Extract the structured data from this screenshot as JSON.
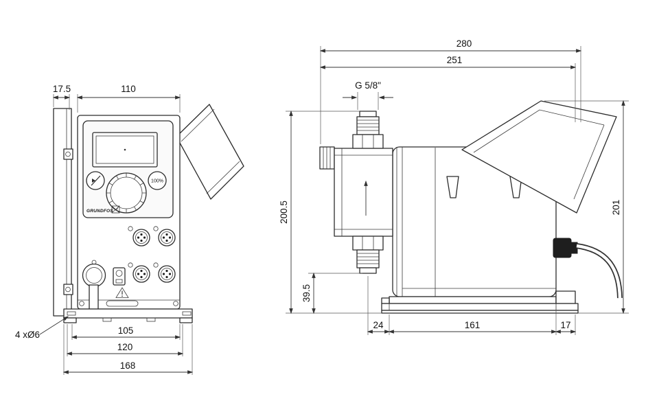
{
  "front": {
    "dim_offset": "17.5",
    "dim_width": "110",
    "dim_holes": "4 xØ6",
    "dim_base_inner": "105",
    "dim_base_mid": "120",
    "dim_base_outer": "168",
    "button_100": "100%",
    "brand": "GRUNDFOS"
  },
  "side": {
    "dim_overall": "280",
    "dim_body": "251",
    "dim_thread": "G 5/8\"",
    "dim_height_total": "200.5",
    "dim_height_foot": "39.5",
    "dim_height_right": "201",
    "dim_bottom_left": "24",
    "dim_bottom_mid": "161",
    "dim_bottom_right": "17"
  }
}
